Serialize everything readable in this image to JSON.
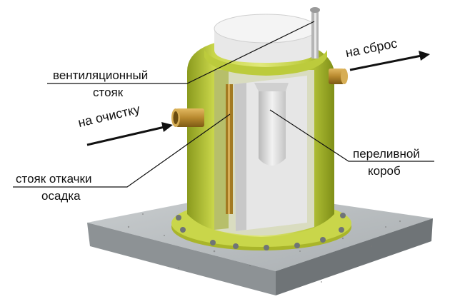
{
  "labels": {
    "vent_line1": "вентиляционный",
    "vent_line2": "стояк",
    "to_cleaning": "на очистку",
    "to_discharge": "на сброс",
    "overflow_line1": "переливной",
    "overflow_line2": "короб",
    "sludge_line1": "стояк откачки",
    "sludge_line2": "осадка"
  },
  "colors": {
    "tank_body": "#c9d64a",
    "tank_shadow": "#8a9a1e",
    "interior": "#d9dcc0",
    "partition": "#e4e4e4",
    "slab": "#9aa0a4",
    "pipe": "#b8892e",
    "leader": "#111111"
  }
}
